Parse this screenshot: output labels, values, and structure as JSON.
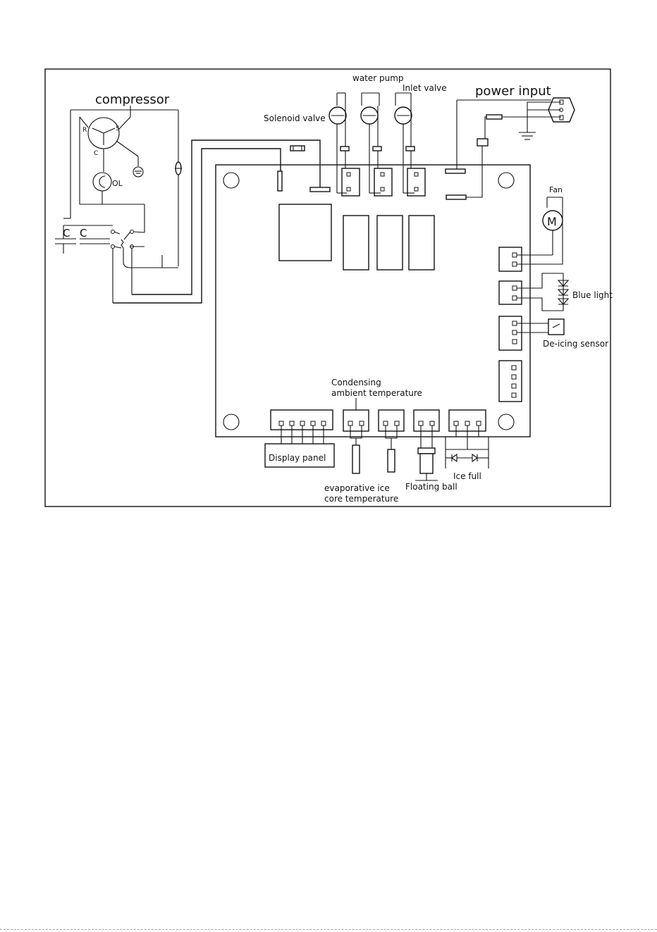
{
  "labels": {
    "compressor": "compressor",
    "water_pump": "water pump",
    "inlet_valve": "Inlet valve",
    "solenoid_valve": "Solenoid valve",
    "power_input": "power input",
    "fan": "Fan",
    "blue_light": "Blue light",
    "de_icing_sensor": "De-icing sensor",
    "condensing_1": "Condensing",
    "condensing_2": "ambient temperature",
    "display_panel": "Display panel",
    "evaporative_1": "evaporative  ice",
    "evaporative_2": "core temperature",
    "floating_ball": "Floating ball",
    "ice_full": "Ice full",
    "terminal_r": "R",
    "terminal_s": "S",
    "terminal_c": "C",
    "overload": "OL",
    "capacitor_1": "C",
    "capacitor_2": "C",
    "motor_symbol": "M"
  },
  "colors": {
    "line": "#111111",
    "background": "#ffffff"
  }
}
